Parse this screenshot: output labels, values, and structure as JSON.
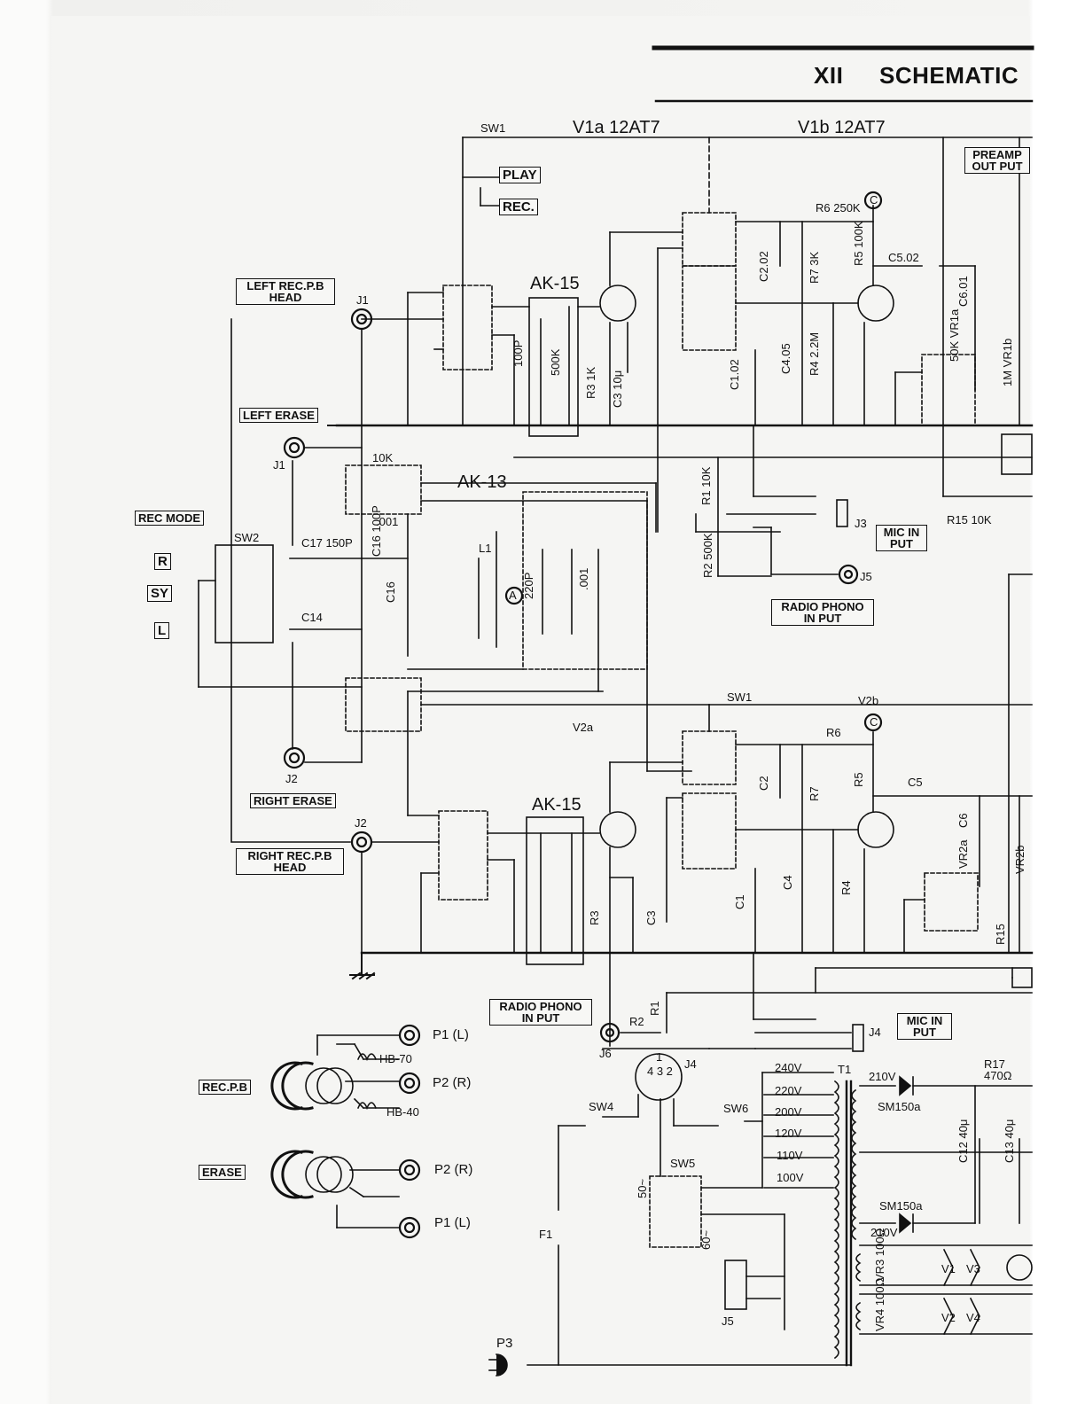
{
  "header": {
    "section_number": "XII",
    "section_title": "SCHEMATIC"
  },
  "boxes": {
    "play": "PLAY",
    "rec": "REC.",
    "preamp_output": "PREAMP OUT PUT",
    "left_rec_pb_head": "LEFT REC.P.B HEAD",
    "left_erase": "LEFT ERASE",
    "rec_mode": "REC MODE",
    "mode_r": "R",
    "mode_sy": "SY",
    "mode_l": "L",
    "mic_input_top": "MIC IN PUT",
    "radio_phono_input_top": "RADIO PHONO IN PUT",
    "right_erase": "RIGHT ERASE",
    "right_rec_pb_head": "RIGHT REC.P.B HEAD",
    "radio_phono_input_bottom": "RADIO PHONO IN PUT",
    "mic_input_bottom": "MIC IN PUT",
    "rec_pb": "REC.P.B",
    "erase": "ERASE"
  },
  "labels": {
    "sw1_top": "SW1",
    "v1a": "V1a 12AT7",
    "v1b": "V1b 12AT7",
    "r6_top": "R6 250K",
    "r5_top": "R5 100K",
    "c5_top": "C5.02",
    "c2_top": "C2.02",
    "r7_top": "R7 3K",
    "c6_top": "C6.01",
    "vr1a": "50K VR1a",
    "vr1b": "1M VR1b",
    "ak15_top": "AK-15",
    "cap100p": "100P",
    "res500k": "500K",
    "r3_top": "R3 1K",
    "c3_top": "C3 10μ",
    "c1_top": "C1.02",
    "c4_top": "C4.05",
    "r4_top": "R4 2.2M",
    "j1_top": "J1",
    "j1_mid": "J1",
    "res10k": "10K",
    "ak13": "AK-13",
    "cap001_left": ".001",
    "c16_100p": "C16 100P",
    "l1": "L1",
    "c220p": "220P",
    "cap001_right": ".001",
    "sw2": "SW2",
    "c17": "C17 150P",
    "c16": "C16",
    "c14": "C14",
    "a_marker": "A",
    "r1_10k": "R1 10K",
    "r2_500k": "R2 500K",
    "j3": "J3",
    "j5_top": "J5",
    "r15_10k": "R15 10K",
    "sw1_bottom": "SW1",
    "v2b": "V2b",
    "v2a": "V2a",
    "r6_bot": "R6",
    "r5_bot": "R5",
    "c5_bot": "C5",
    "c2_bot": "C2",
    "r7_bot": "R7",
    "c6_bot": "C6",
    "vr2a": "VR2a",
    "vr2b": "VR2b",
    "ak15_bot": "AK-15",
    "r3_bot": "R3",
    "c3_bot": "C3",
    "c1_bot": "C1",
    "c4_bot": "C4",
    "r4_bot": "R4",
    "r15_bot": "R15",
    "j2_mid": "J2",
    "j2_low": "J2",
    "c_marker_top": "C",
    "c_marker_bot": "C",
    "r1_bot": "R1",
    "r2_bot": "R2",
    "j6": "J6",
    "j4_top": "J4",
    "j4_jack": "J4",
    "j4_pins": "4 3 2",
    "j4_pin1": "1",
    "p1_l_top": "P1 (L)",
    "p2_r_top": "P2 (R)",
    "hb70": "HB-70",
    "hb40": "HB-40",
    "p2_r_bot": "P2 (R)",
    "p1_l_bot": "P1 (L)",
    "sw4": "SW4",
    "sw6": "SW6",
    "sw5": "SW5",
    "hz50": "50~",
    "hz60": "60~",
    "f1": "F1",
    "p3": "P3",
    "j5_bot": "J5",
    "t1": "T1",
    "v240": "240V",
    "v220": "220V",
    "v200": "200V",
    "v120": "120V",
    "v110": "110V",
    "v100": "100V",
    "v210_top": "210V",
    "v210_bot": "210V",
    "sm150a_top": "SM150a",
    "sm150a_bot": "SM150a",
    "r17": "R17 470Ω",
    "c12": "C12 40μ",
    "c13": "C13 40μ",
    "vr3": "VR3 100Ω",
    "vr4": "VR4 100Ω",
    "v1": "V1",
    "v2": "V2",
    "v3": "V3",
    "v4": "V4"
  }
}
